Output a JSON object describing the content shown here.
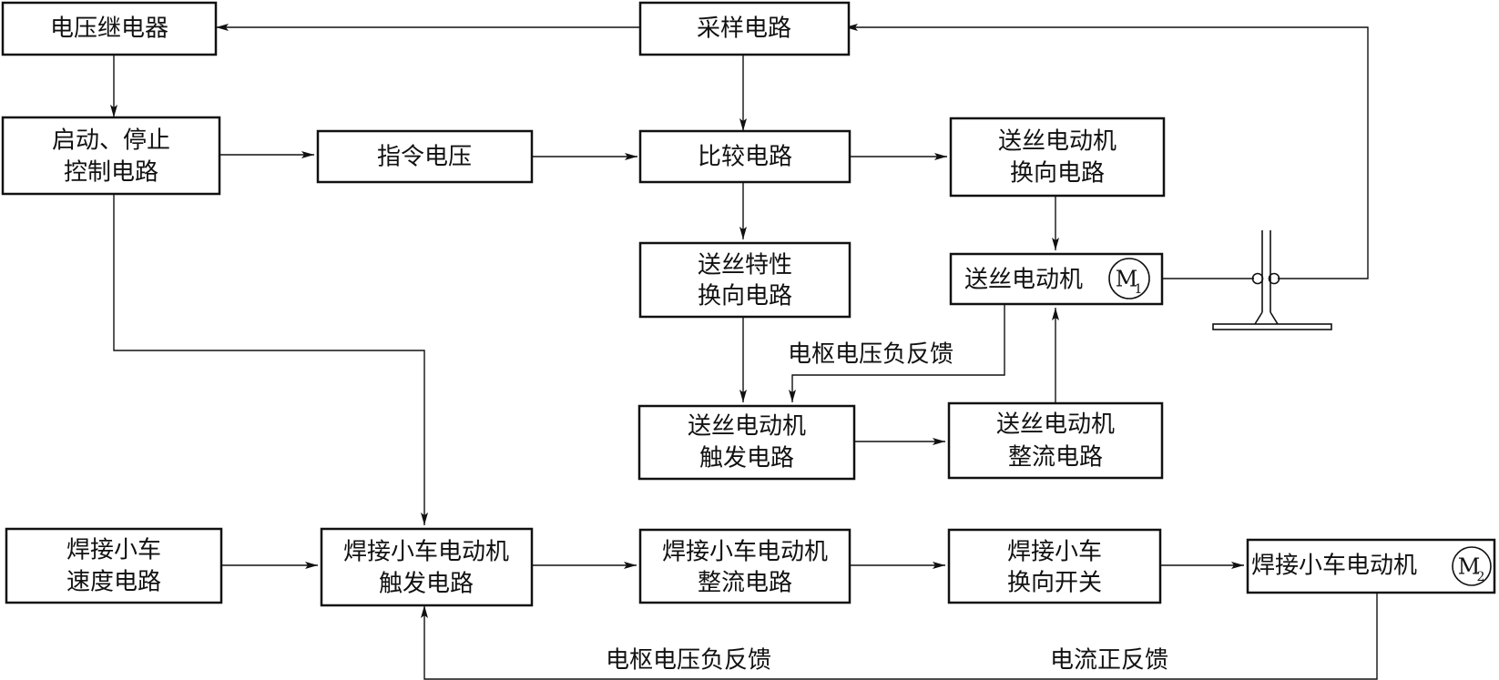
{
  "diagram": {
    "boxes": {
      "voltage_relay": [
        "电压继电器"
      ],
      "sampling": [
        "采样电路"
      ],
      "start_stop": [
        "启动、停止",
        "控制电路"
      ],
      "command_voltage": [
        "指令电压"
      ],
      "compare": [
        "比较电路"
      ],
      "feed_motor_reverse": [
        "送丝电动机",
        "换向电路"
      ],
      "feed_char_reverse": [
        "送丝特性",
        "换向电路"
      ],
      "feed_motor": [
        "送丝电动机"
      ],
      "feed_motor_symbol": "M",
      "feed_motor_sub": "1",
      "feed_trigger": [
        "送丝电动机",
        "触发电路"
      ],
      "feed_rectifier": [
        "送丝电动机",
        "整流电路"
      ],
      "carriage_speed": [
        "焊接小车",
        "速度电路"
      ],
      "carriage_trigger": [
        "焊接小车电动机",
        "触发电路"
      ],
      "carriage_rectifier": [
        "焊接小车电动机",
        "整流电路"
      ],
      "carriage_switch": [
        "焊接小车",
        "换向开关"
      ],
      "carriage_motor": [
        "焊接小车电动机"
      ],
      "carriage_motor_symbol": "M",
      "carriage_motor_sub": "2"
    },
    "labels": {
      "feed_armature_feedback": "电枢电压负反馈",
      "carriage_armature_feedback": "电枢电压负反馈",
      "current_positive_feedback": "电流正反馈"
    }
  }
}
